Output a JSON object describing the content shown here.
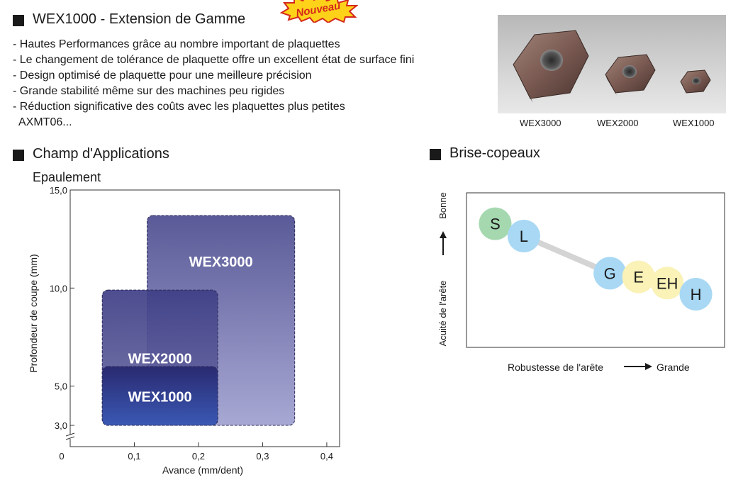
{
  "header": {
    "title": "WEX1000 - Extension de Gamme",
    "badge": "Nouveau"
  },
  "features": [
    "- Hautes Performances grâce au nombre important de plaquettes",
    "- Le changement de tolérance de plaquette offre un excellent état de surface fini",
    "- Design optimisé de plaquette pour une meilleure précision",
    "- Grande stabilité même sur des machines peu rigides",
    "- Réduction significative des coûts avec les plaquettes plus petites",
    "AXMT06..."
  ],
  "photo": {
    "captions": [
      "WEX3000",
      "WEX2000",
      "WEX1000"
    ]
  },
  "applications": {
    "title": "Champ d'Applications",
    "subtitle": "Epaulement"
  },
  "breakers": {
    "title": "Brise-copeaux"
  },
  "colors": {
    "wex3000_top": "#5a5a98",
    "wex3000_bottom": "#a8a8d4",
    "wex2000_top": "#3e3e86",
    "wex2000_bottom": "#6e6ea6",
    "wex1000_top": "#2a2a70",
    "wex1000_bottom": "#3a58b4",
    "chip_green": "#a6d8b0",
    "chip_blue": "#a8d8f4",
    "chip_yellow": "#faf2b6"
  },
  "chart_data": [
    {
      "type": "area",
      "xlabel": "Avance (mm/dent)",
      "ylabel": "Profondeur de coupe (mm)",
      "xlim": [
        0,
        0.42
      ],
      "ylim": [
        3.0,
        15.0
      ],
      "xticks": [
        "0",
        "0,1",
        "0,2",
        "0,3",
        "0,4"
      ],
      "xtick_values": [
        0,
        0.1,
        0.2,
        0.3,
        0.4
      ],
      "yticks": [
        "3,0",
        "5,0",
        "10,0",
        "15,0"
      ],
      "ytick_values": [
        3.0,
        5.0,
        10.0,
        15.0
      ],
      "axis_break": true,
      "series": [
        {
          "name": "WEX3000",
          "x_range": [
            0.12,
            0.35
          ],
          "y_range": [
            3.0,
            13.7
          ]
        },
        {
          "name": "WEX2000",
          "x_range": [
            0.05,
            0.23
          ],
          "y_range": [
            3.0,
            9.9
          ]
        },
        {
          "name": "WEX1000",
          "x_range": [
            0.05,
            0.23
          ],
          "y_range": [
            3.0,
            6.0
          ]
        }
      ]
    },
    {
      "type": "scatter",
      "xlabel": "Robustesse de l'arête",
      "xlabel_end": "Grande",
      "ylabel": "Acuité de l'arête",
      "ylabel_end": "Bonne",
      "points": [
        {
          "label": "S",
          "x": 1,
          "y": 10,
          "color": "green"
        },
        {
          "label": "L",
          "x": 2,
          "y": 9,
          "color": "blue"
        },
        {
          "label": "G",
          "x": 5,
          "y": 6,
          "color": "blue"
        },
        {
          "label": "E",
          "x": 6,
          "y": 5.7,
          "color": "yellow"
        },
        {
          "label": "EH",
          "x": 7,
          "y": 5.2,
          "color": "yellow"
        },
        {
          "label": "H",
          "x": 8,
          "y": 4.3,
          "color": "blue"
        }
      ]
    }
  ]
}
